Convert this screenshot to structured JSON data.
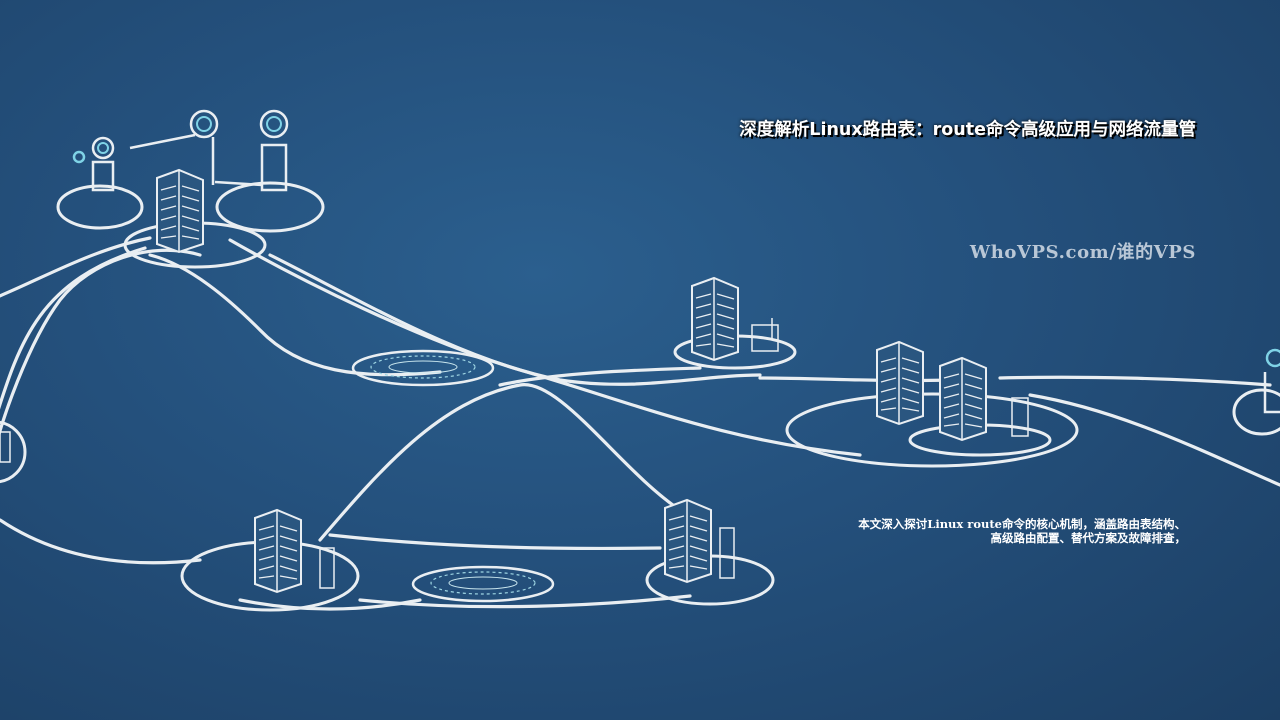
{
  "banner": {
    "title": "深度解析Linux路由表：route命令高级应用与网络流量管",
    "site": "WhoVPS.com/谁的VPS",
    "description_lines": [
      "本文深入探讨Linux route命令的核心机制，涵盖路由表结构、",
      "高级路由配置、替代方案及故障排查，"
    ]
  },
  "illustration": {
    "theme": "network-topology-sketch",
    "colors": {
      "background": "#24507c",
      "line": "#e9eef2",
      "accent": "#7fd3e6"
    }
  }
}
